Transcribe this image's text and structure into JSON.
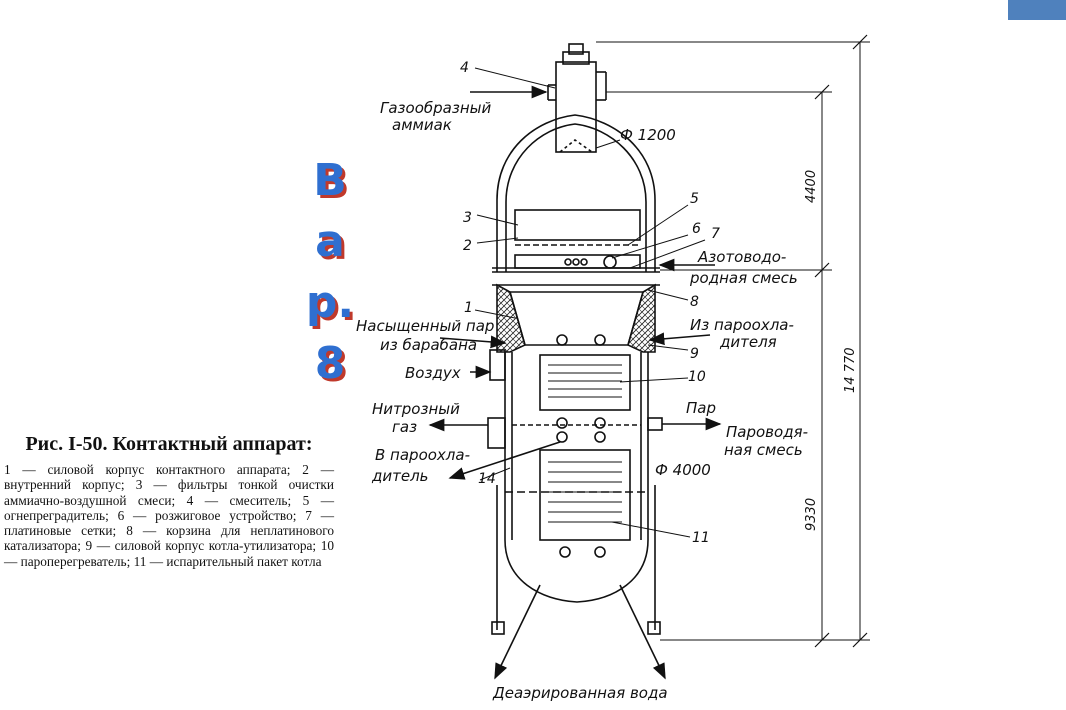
{
  "side_word": [
    "В",
    "а",
    "р.",
    "8"
  ],
  "caption": {
    "title": "Рис. I-50. Контактный аппарат:",
    "legend": "1 — силовой корпус контактного аппарата; 2 — внутренний корпус; 3 — фильтры тонкой очистки аммиачно-воздушной смеси; 4 — смеситель; 5 — огнепреградитель; 6 — розжиговое устройство; 7 — платиновые сетки; 8 — корзина для неплатинового катализатора; 9 — силовой корпус котла-утилизатора; 10 — пароперегреватель; 11 — испарительный пакет котла"
  },
  "labels": {
    "ammonia_1": "Газообразный",
    "ammonia_2": "аммиак",
    "diam_top": "Ф 1200",
    "azot_1": "Азотоводо-",
    "azot_2": "родная смесь",
    "nasysh_1": "Насыщенный пар",
    "nasysh_2": "из барабана",
    "iz_paro_1": "Из пароохла-",
    "iz_paro_2": "дителя",
    "vozduh": "Воздух",
    "nitro_1": "Нитрозный",
    "nitro_2": "газ",
    "par": "Пар",
    "parovod_1": "Пароводя-",
    "parovod_2": "ная смесь",
    "v_paro_1": "В пароохла-",
    "v_paro_2": "дитель",
    "diam_bottom": "Ф 4000",
    "deaer": "Деаэрированная вода"
  },
  "numbers": {
    "n1": "1",
    "n2": "2",
    "n3": "3",
    "n4": "4",
    "n5": "5",
    "n6": "6",
    "n7": "7",
    "n8": "8",
    "n9": "9",
    "n10": "10",
    "n11": "11",
    "n14": "14"
  },
  "dimensions": {
    "d4400": "4400",
    "d14770": "14 770",
    "d9330": "9330"
  }
}
